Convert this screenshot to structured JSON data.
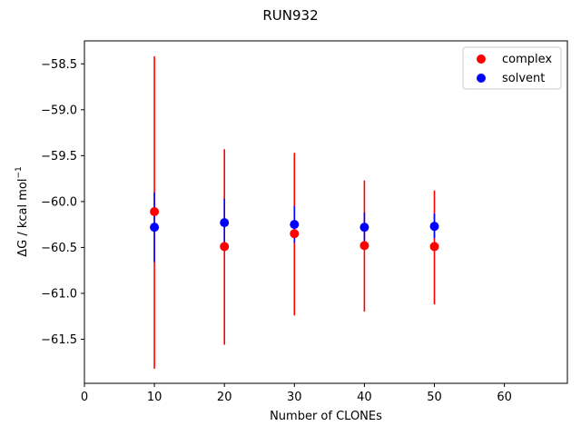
{
  "chart_data": {
    "type": "scatter",
    "title": "RUN932",
    "xlabel": "Number of CLONEs",
    "ylabel": "ΔG / kcal mol",
    "ylabel_superscript": "−1",
    "xlim": [
      0,
      69
    ],
    "ylim": [
      -61.98,
      -58.25
    ],
    "x_ticks": [
      0,
      10,
      20,
      30,
      40,
      50,
      60
    ],
    "x_tick_labels": [
      "0",
      "10",
      "20",
      "30",
      "40",
      "50",
      "60"
    ],
    "y_ticks": [
      -61.5,
      -61.0,
      -60.5,
      -60.0,
      -59.5,
      -59.0,
      -58.5
    ],
    "y_tick_labels": [
      "−61.5",
      "−61.0",
      "−60.5",
      "−60.0",
      "−59.5",
      "−59.0",
      "−58.5"
    ],
    "grid": false,
    "legend_position": "top-right",
    "series": [
      {
        "name": "complex",
        "color": "#ff0000",
        "x": [
          10,
          20,
          30,
          40,
          50
        ],
        "y": [
          -60.11,
          -60.49,
          -60.35,
          -60.48,
          -60.49
        ],
        "err_low": [
          -61.82,
          -61.56,
          -61.24,
          -61.2,
          -61.12
        ],
        "err_high": [
          -58.42,
          -59.43,
          -59.47,
          -59.77,
          -59.88
        ]
      },
      {
        "name": "solvent",
        "color": "#0000ff",
        "x": [
          10,
          20,
          30,
          40,
          50
        ],
        "y": [
          -60.28,
          -60.23,
          -60.25,
          -60.28,
          -60.27
        ],
        "err_low": [
          -60.66,
          -60.48,
          -60.45,
          -60.43,
          -60.4
        ],
        "err_high": [
          -59.9,
          -59.97,
          -60.05,
          -60.12,
          -60.13
        ]
      }
    ]
  }
}
